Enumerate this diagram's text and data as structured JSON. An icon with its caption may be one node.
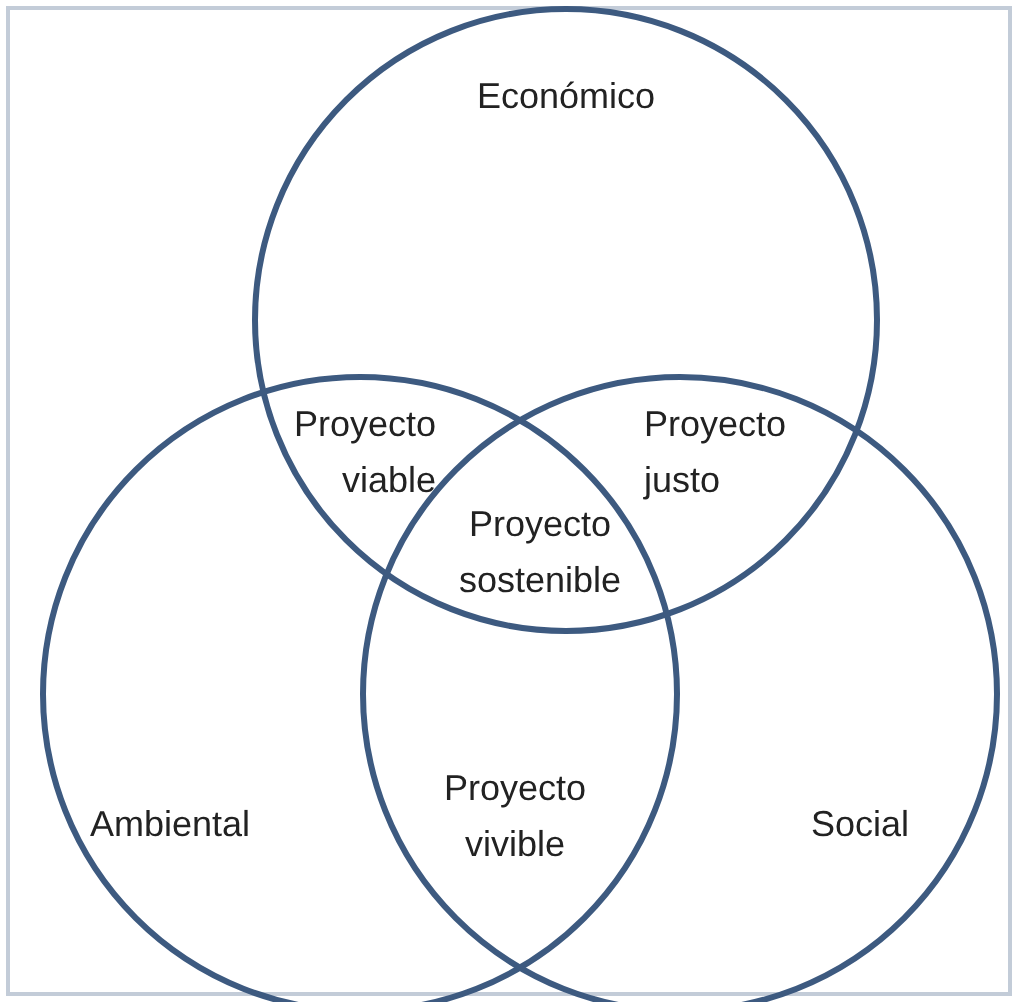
{
  "diagram": {
    "nodes": [
      {
        "text": [
          "Económico"
        ]
      },
      {
        "text": [
          "Ambiental"
        ]
      },
      {
        "text": [
          "Social"
        ]
      }
    ],
    "labels": [
      "Proyecto viable",
      "Proyecto justo",
      "Proyecto sostenible",
      "Proyecto vivible"
    ]
  }
}
